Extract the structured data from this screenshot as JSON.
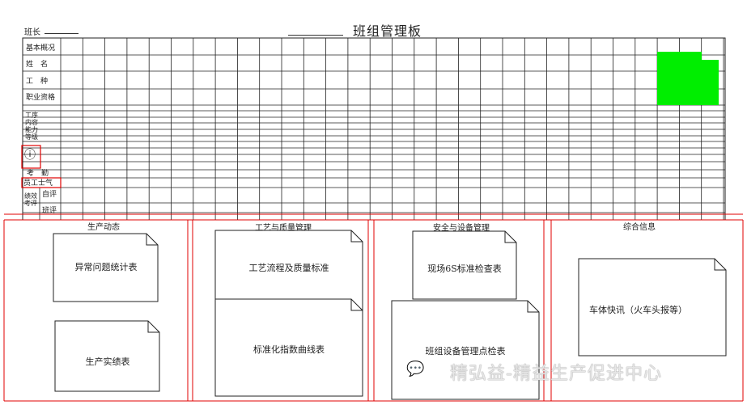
{
  "header": {
    "leader_label": "班长",
    "title": "班组管理板"
  },
  "grid": {
    "row_labels": {
      "basic_info": "基本概况",
      "name": "姓　名",
      "work_type": "工　种",
      "qualification": "职业资格",
      "skill_level": "工序内容能力等级",
      "attendance": "考　勤",
      "morale": "员工士气",
      "performance": "绩效考评",
      "self_eval": "自评",
      "team_eval": "班评"
    },
    "highlight_color": "#00ee00",
    "marker_color": "#e00000"
  },
  "sections": [
    {
      "title": "生产动态",
      "cards": [
        "异常问题统计表",
        "生产实绩表"
      ]
    },
    {
      "title": "工艺与质量管理",
      "cards": [
        "工艺流程及质量标准",
        "标准化指数曲线表"
      ]
    },
    {
      "title": "安全与设备管理",
      "cards": [
        "现场6S标准检查表",
        "班组设备管理点检表"
      ]
    },
    {
      "title": "综合信息",
      "cards": [
        "车体快讯（火车头报等）"
      ]
    }
  ],
  "watermark": {
    "icon": "wechat-icon",
    "text": "精弘益-精益生产促进中心"
  }
}
